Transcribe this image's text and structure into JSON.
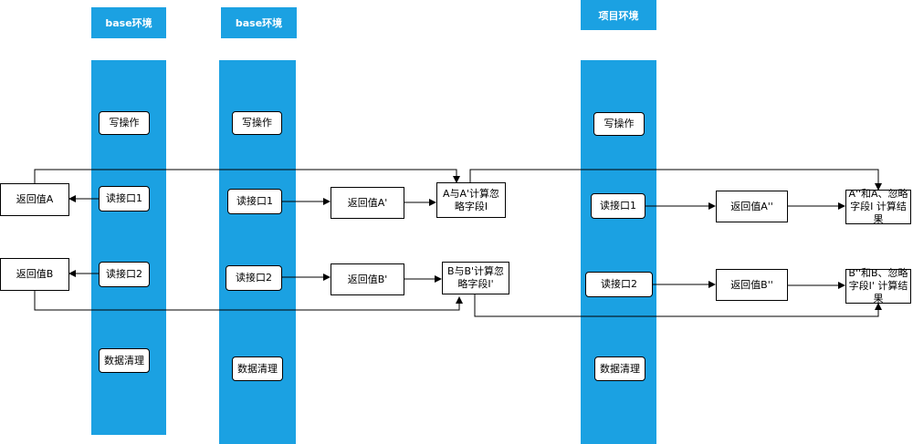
{
  "colors": {
    "lane": "#1ba1e2",
    "line": "#000000"
  },
  "headers": {
    "base1": "base环境",
    "base2": "base环境",
    "project": "项目环境"
  },
  "lane1": {
    "write": "写操作",
    "read1": "读接口1",
    "read2": "读接口2",
    "clean": "数据清理"
  },
  "lane2": {
    "write": "写操作",
    "read1": "读接口1",
    "read2": "读接口2",
    "clean": "数据清理"
  },
  "lane3": {
    "write": "写操作",
    "read1": "读接口1",
    "read2": "读接口2",
    "clean": "数据清理"
  },
  "results": {
    "a": "返回值A",
    "b": "返回值B",
    "a1": "返回值A'",
    "b1": "返回值B'",
    "a2": "返回值A''",
    "b2": "返回值B''"
  },
  "compare": {
    "ab1": "A与A'计算忽略字段I",
    "bb1": "B与B'计算忽略字段I'",
    "ab2": "A''和A、忽略字段I 计算结果",
    "bb2": "B''和B、忽略字段I' 计算结果"
  }
}
